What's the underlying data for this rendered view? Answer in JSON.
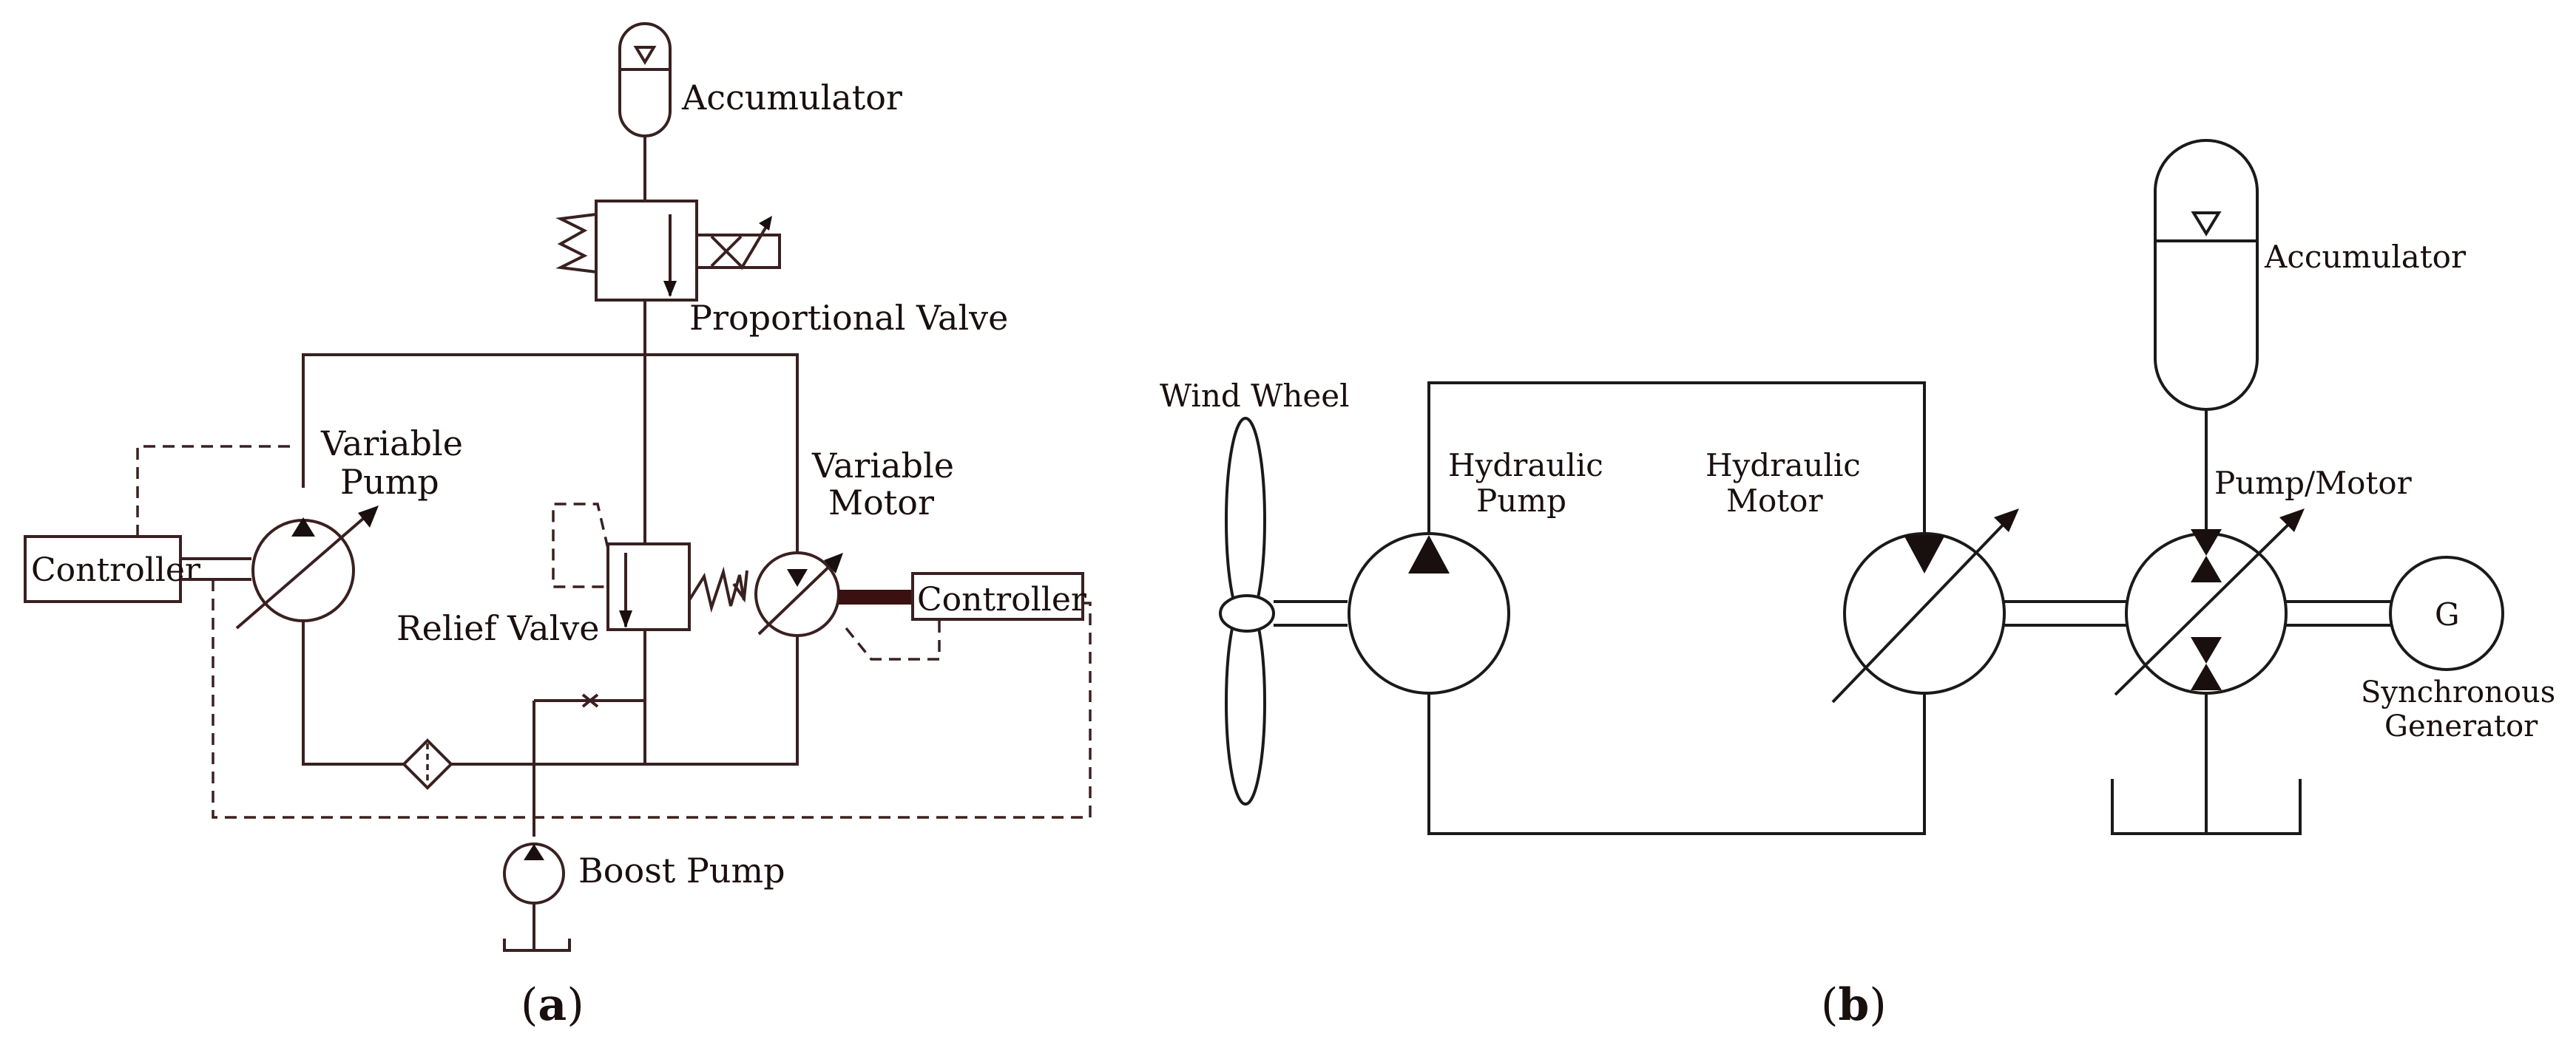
{
  "panel_a": {
    "caption_open": "(",
    "caption_letter": "a",
    "caption_close": ")",
    "labels": {
      "accumulator": "Accumulator",
      "proportional_valve": "Proportional Valve",
      "variable_pump_1": "Variable",
      "variable_pump_2": "Pump",
      "variable_motor_1": "Variable",
      "variable_motor_2": "Motor",
      "relief_valve": "Relief Valve",
      "controller_left": "Controller",
      "controller_right": "Controller",
      "boost_pump": "Boost Pump"
    }
  },
  "panel_b": {
    "caption_open": "(",
    "caption_letter": "b",
    "caption_close": ")",
    "labels": {
      "wind_wheel": "Wind Wheel",
      "hydraulic_pump_1": "Hydraulic",
      "hydraulic_pump_2": "Pump",
      "hydraulic_motor_1": "Hydraulic",
      "hydraulic_motor_2": "Motor",
      "accumulator": "Accumulator",
      "pump_motor": "Pump/Motor",
      "generator_symbol": "G",
      "synchronous_1": "Synchronous",
      "synchronous_2": "Generator"
    }
  }
}
